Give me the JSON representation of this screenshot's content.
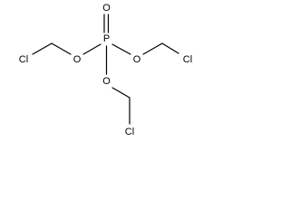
{
  "atoms": {
    "phosphorus": "P",
    "oxygen_double": "O",
    "oxygen_left": "O",
    "oxygen_right": "O",
    "oxygen_bottom": "O",
    "chlorine_left": "Cl",
    "chlorine_right": "Cl",
    "chlorine_bottom": "Cl"
  },
  "colors": {
    "bond": "#000000",
    "label": "#000000",
    "background": "#ffffff"
  }
}
